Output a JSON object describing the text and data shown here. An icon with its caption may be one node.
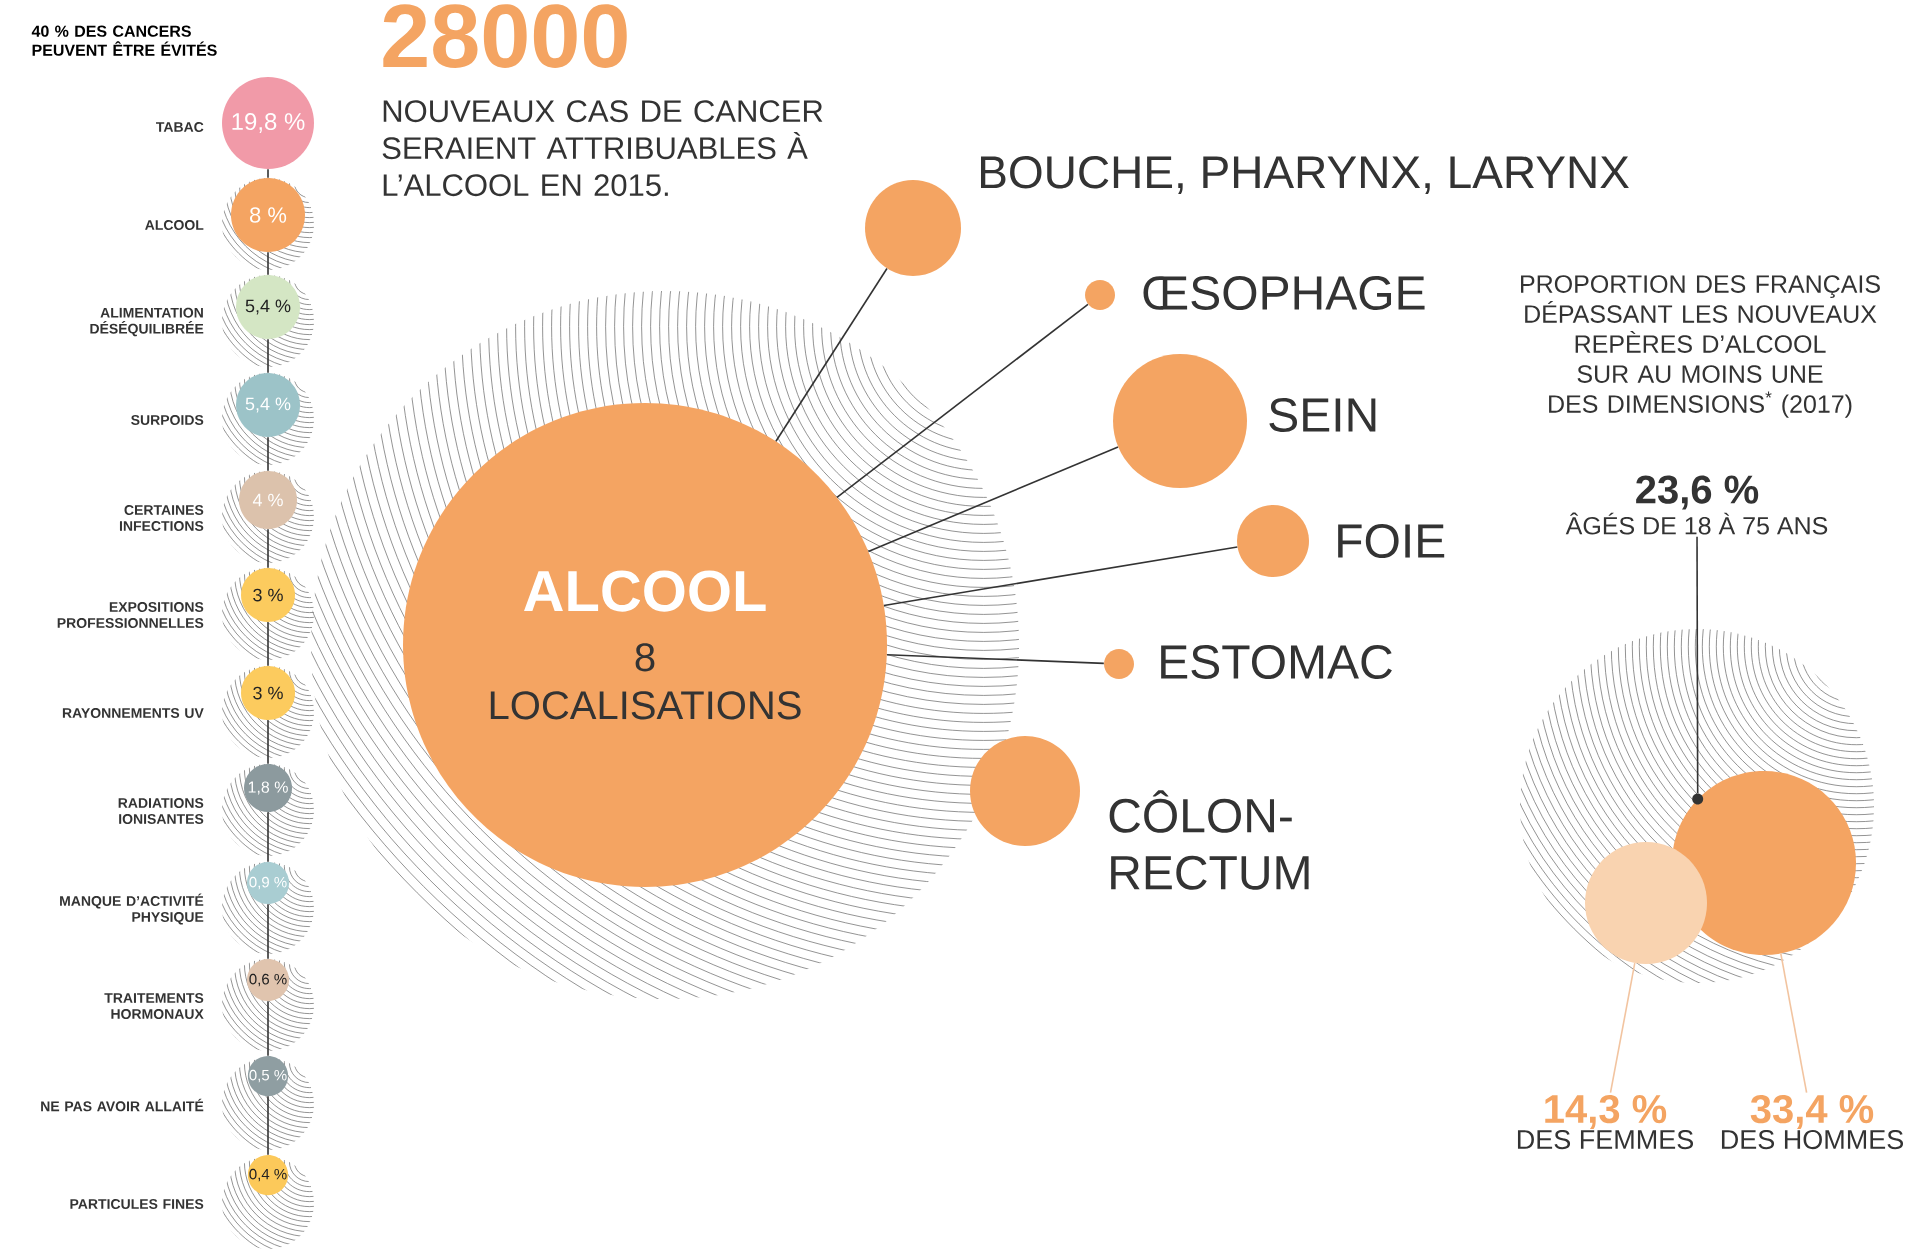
{
  "diagram": {
    "nodes": [
      {
        "text": [
          "19,8 %"
        ],
        "beside": [
          "TABAC"
        ]
      },
      {
        "text": [
          "8 %"
        ],
        "beside": [
          "ALCOOL"
        ]
      },
      {
        "text": [
          "5,4 %"
        ],
        "beside": [
          "ALIMENTATION DÉSÉQUILIBRÉE"
        ]
      },
      {
        "text": [
          "5,4 %"
        ],
        "beside": [
          "SURPOIDS"
        ]
      },
      {
        "text": [
          "4 %"
        ],
        "beside": [
          "CERTAINES INFECTIONS"
        ]
      },
      {
        "text": [
          "3 %"
        ],
        "beside": [
          "EXPOSITIONS PROFESSIONNELLES"
        ]
      },
      {
        "text": [
          "3 %"
        ],
        "beside": [
          "RAYONNEMENTS UV"
        ]
      },
      {
        "text": [
          "1,8 %"
        ],
        "beside": [
          "RADIATIONS IONISANTES"
        ]
      },
      {
        "text": [
          "0,9 %"
        ],
        "beside": [
          "MANQUE D’ACTIVITÉ PHYSIQUE"
        ]
      },
      {
        "text": [
          "0,6 %"
        ],
        "beside": [
          "TRAITEMENTS HORMONAUX"
        ]
      },
      {
        "text": [
          "0,5 %"
        ],
        "beside": [
          "NE PAS AVOIR ALLAITÉ"
        ]
      },
      {
        "text": [
          "0,4 %"
        ],
        "beside": [
          "PARTICULES FINES"
        ]
      },
      {
        "text": [
          "ALCOOL",
          "8",
          "LOCALISATIONS"
        ]
      },
      {
        "text": [],
        "shape": "circle",
        "beside": [
          "BOUCHE, PHARYNX, LARYNX"
        ]
      },
      {
        "text": [],
        "shape": "circle",
        "beside": [
          "ŒSOPHAGE"
        ]
      },
      {
        "text": [],
        "shape": "circle",
        "beside": [
          "SEIN"
        ]
      },
      {
        "text": [],
        "shape": "circle",
        "beside": [
          "FOIE"
        ]
      },
      {
        "text": [],
        "shape": "circle",
        "beside": [
          "ESTOMAC"
        ]
      },
      {
        "text": [],
        "shape": "circle",
        "beside": [
          "CÔLON- RECTUM"
        ]
      },
      {
        "text": [
          "23,6 %",
          "ÂGÉS DE 18 À 75 ANS"
        ]
      },
      {
        "text": [],
        "shape": "circle"
      },
      {
        "text": [],
        "shape": "circle"
      },
      {
        "text": [
          "14,3 %",
          "DES FEMMES"
        ]
      },
      {
        "text": [
          "33,4 %",
          "DES HOMMES"
        ]
      },
      {
        "text": [],
        "shape": "circle",
        "in": 20
      }
    ],
    "edges": [
      {
        "from": 0,
        "to": 1,
        "arrow": "none"
      },
      {
        "from": 1,
        "to": 2,
        "arrow": "none"
      },
      {
        "from": 2,
        "to": 3,
        "arrow": "none"
      },
      {
        "from": 3,
        "to": 4,
        "arrow": "none"
      },
      {
        "from": 4,
        "to": 5,
        "arrow": "none"
      },
      {
        "from": 5,
        "to": 6,
        "arrow": "none"
      },
      {
        "from": 6,
        "to": 7,
        "arrow": "none"
      },
      {
        "from": 7,
        "to": 8,
        "arrow": "none"
      },
      {
        "from": 8,
        "to": 9,
        "arrow": "none"
      },
      {
        "from": 9,
        "to": 10,
        "arrow": "none"
      },
      {
        "from": 10,
        "to": 11,
        "arrow": "none"
      },
      {
        "from": 12,
        "to": 13,
        "arrow": "none"
      },
      {
        "from": 12,
        "to": 14,
        "arrow": "none"
      },
      {
        "from": 12,
        "to": 15,
        "arrow": "none"
      },
      {
        "from": 12,
        "to": 16,
        "arrow": "none"
      },
      {
        "from": 12,
        "to": 17,
        "arrow": "none"
      },
      {
        "from": 19,
        "to": 24,
        "arrow": "none"
      },
      {
        "from": 22,
        "to": 21,
        "arrow": "none",
        "color": "#f2c4a0"
      },
      {
        "from": 23,
        "to": 20,
        "arrow": "none",
        "color": "#f2c4a0"
      }
    ],
    "labels": [
      "40 % DES CANCERS PEUVENT ÊTRE ÉVITÉS",
      "28000",
      "NOUVEAUX CAS DE CANCER SERAIENT ATTRIBUABLES À L’ALCOOL EN 2015.",
      "PROPORTION DES FRANÇAIS DÉPASSANT LES NOUVEAUX REPÈRES D’ALCOOL SUR AU MOINS UNE DES DIMENSIONS$^{*}$ (2017)"
    ]
  }
}
